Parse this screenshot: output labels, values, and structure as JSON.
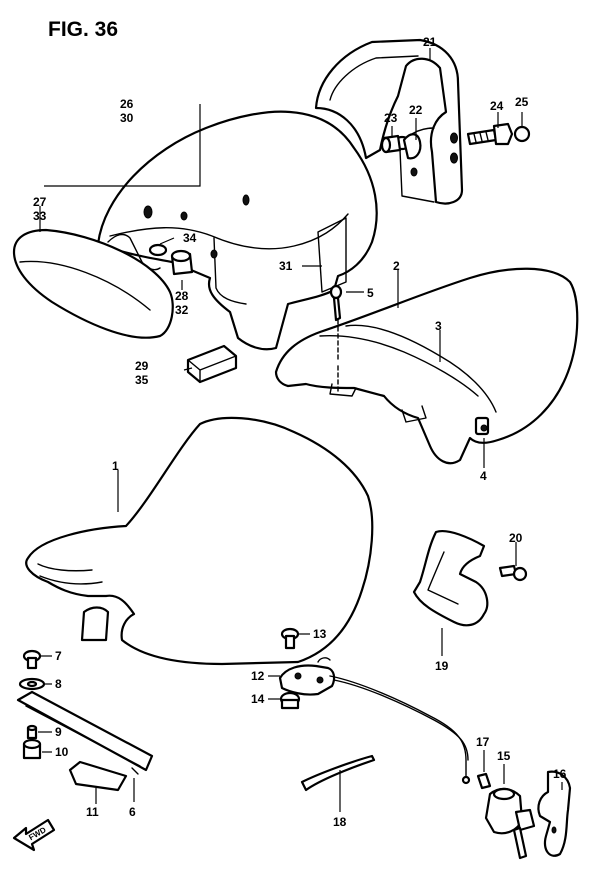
{
  "figure": {
    "title": "FIG. 36",
    "fwd_label": "FWD"
  },
  "labels": {
    "c1": "1",
    "c2": "2",
    "c3": "3",
    "c4": "4",
    "c5": "5",
    "c6": "6",
    "c7": "7",
    "c8": "8",
    "c9": "9",
    "c10": "10",
    "c11": "11",
    "c12": "12",
    "c13": "13",
    "c14": "14",
    "c15": "15",
    "c16": "16",
    "c17": "17",
    "c18": "18",
    "c19": "19",
    "c20": "20",
    "c21": "21",
    "c22": "22",
    "c23": "23",
    "c24": "24",
    "c25": "25",
    "c26": "26",
    "c27": "27",
    "c28": "28",
    "c29": "29",
    "c30": "30",
    "c31": "31",
    "c32": "32",
    "c33": "33",
    "c34": "34",
    "c35": "35"
  }
}
